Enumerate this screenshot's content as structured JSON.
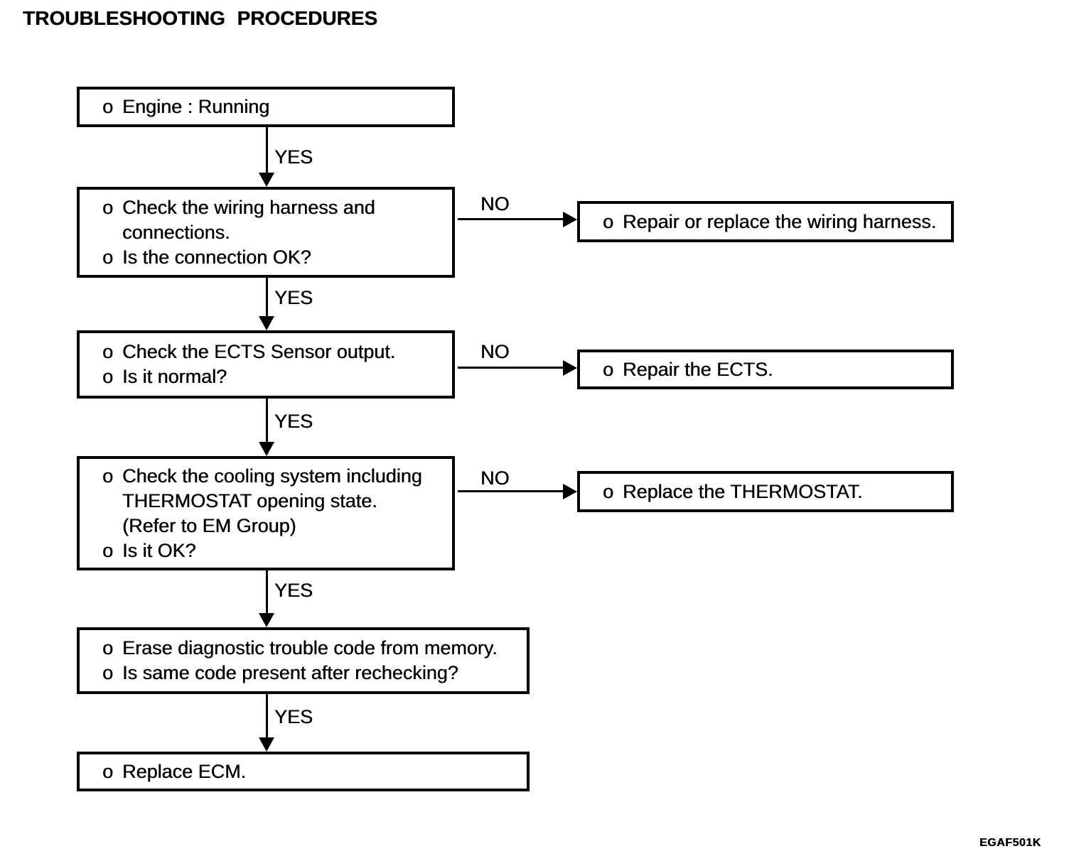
{
  "title": "TROUBLESHOOTING PROCEDURES",
  "figure_code": "EGAF501K",
  "bullet": "o",
  "labels": {
    "yes": "YES",
    "no": "NO"
  },
  "colors": {
    "ink": "#000000",
    "paper": "#ffffff"
  },
  "flowchart": {
    "steps": {
      "engine": {
        "items": [
          {
            "lines": [
              "Engine : Running"
            ]
          }
        ]
      },
      "wiring": {
        "items": [
          {
            "lines": [
              "Check the wiring harness and",
              "connections."
            ]
          },
          {
            "lines": [
              "Is the connection OK?"
            ]
          }
        ]
      },
      "ects": {
        "items": [
          {
            "lines": [
              "Check the ECTS Sensor output."
            ]
          },
          {
            "lines": [
              "Is it normal?"
            ]
          }
        ]
      },
      "cooling": {
        "items": [
          {
            "lines": [
              "Check the cooling system including",
              "THERMOSTAT opening state.",
              "(Refer to EM Group)"
            ]
          },
          {
            "lines": [
              "Is it OK?"
            ]
          }
        ]
      },
      "erase": {
        "items": [
          {
            "lines": [
              "Erase diagnostic trouble code from memory."
            ]
          },
          {
            "lines": [
              "Is same code present after rechecking?"
            ]
          }
        ]
      },
      "ecm": {
        "items": [
          {
            "lines": [
              "Replace ECM."
            ]
          }
        ]
      }
    },
    "actions": {
      "repair_wiring": {
        "items": [
          {
            "lines": [
              "Repair or replace the wiring harness."
            ]
          }
        ]
      },
      "repair_ects": {
        "items": [
          {
            "lines": [
              "Repair the ECTS."
            ]
          }
        ]
      },
      "replace_thermostat": {
        "items": [
          {
            "lines": [
              "Replace the THERMOSTAT."
            ]
          }
        ]
      }
    }
  }
}
